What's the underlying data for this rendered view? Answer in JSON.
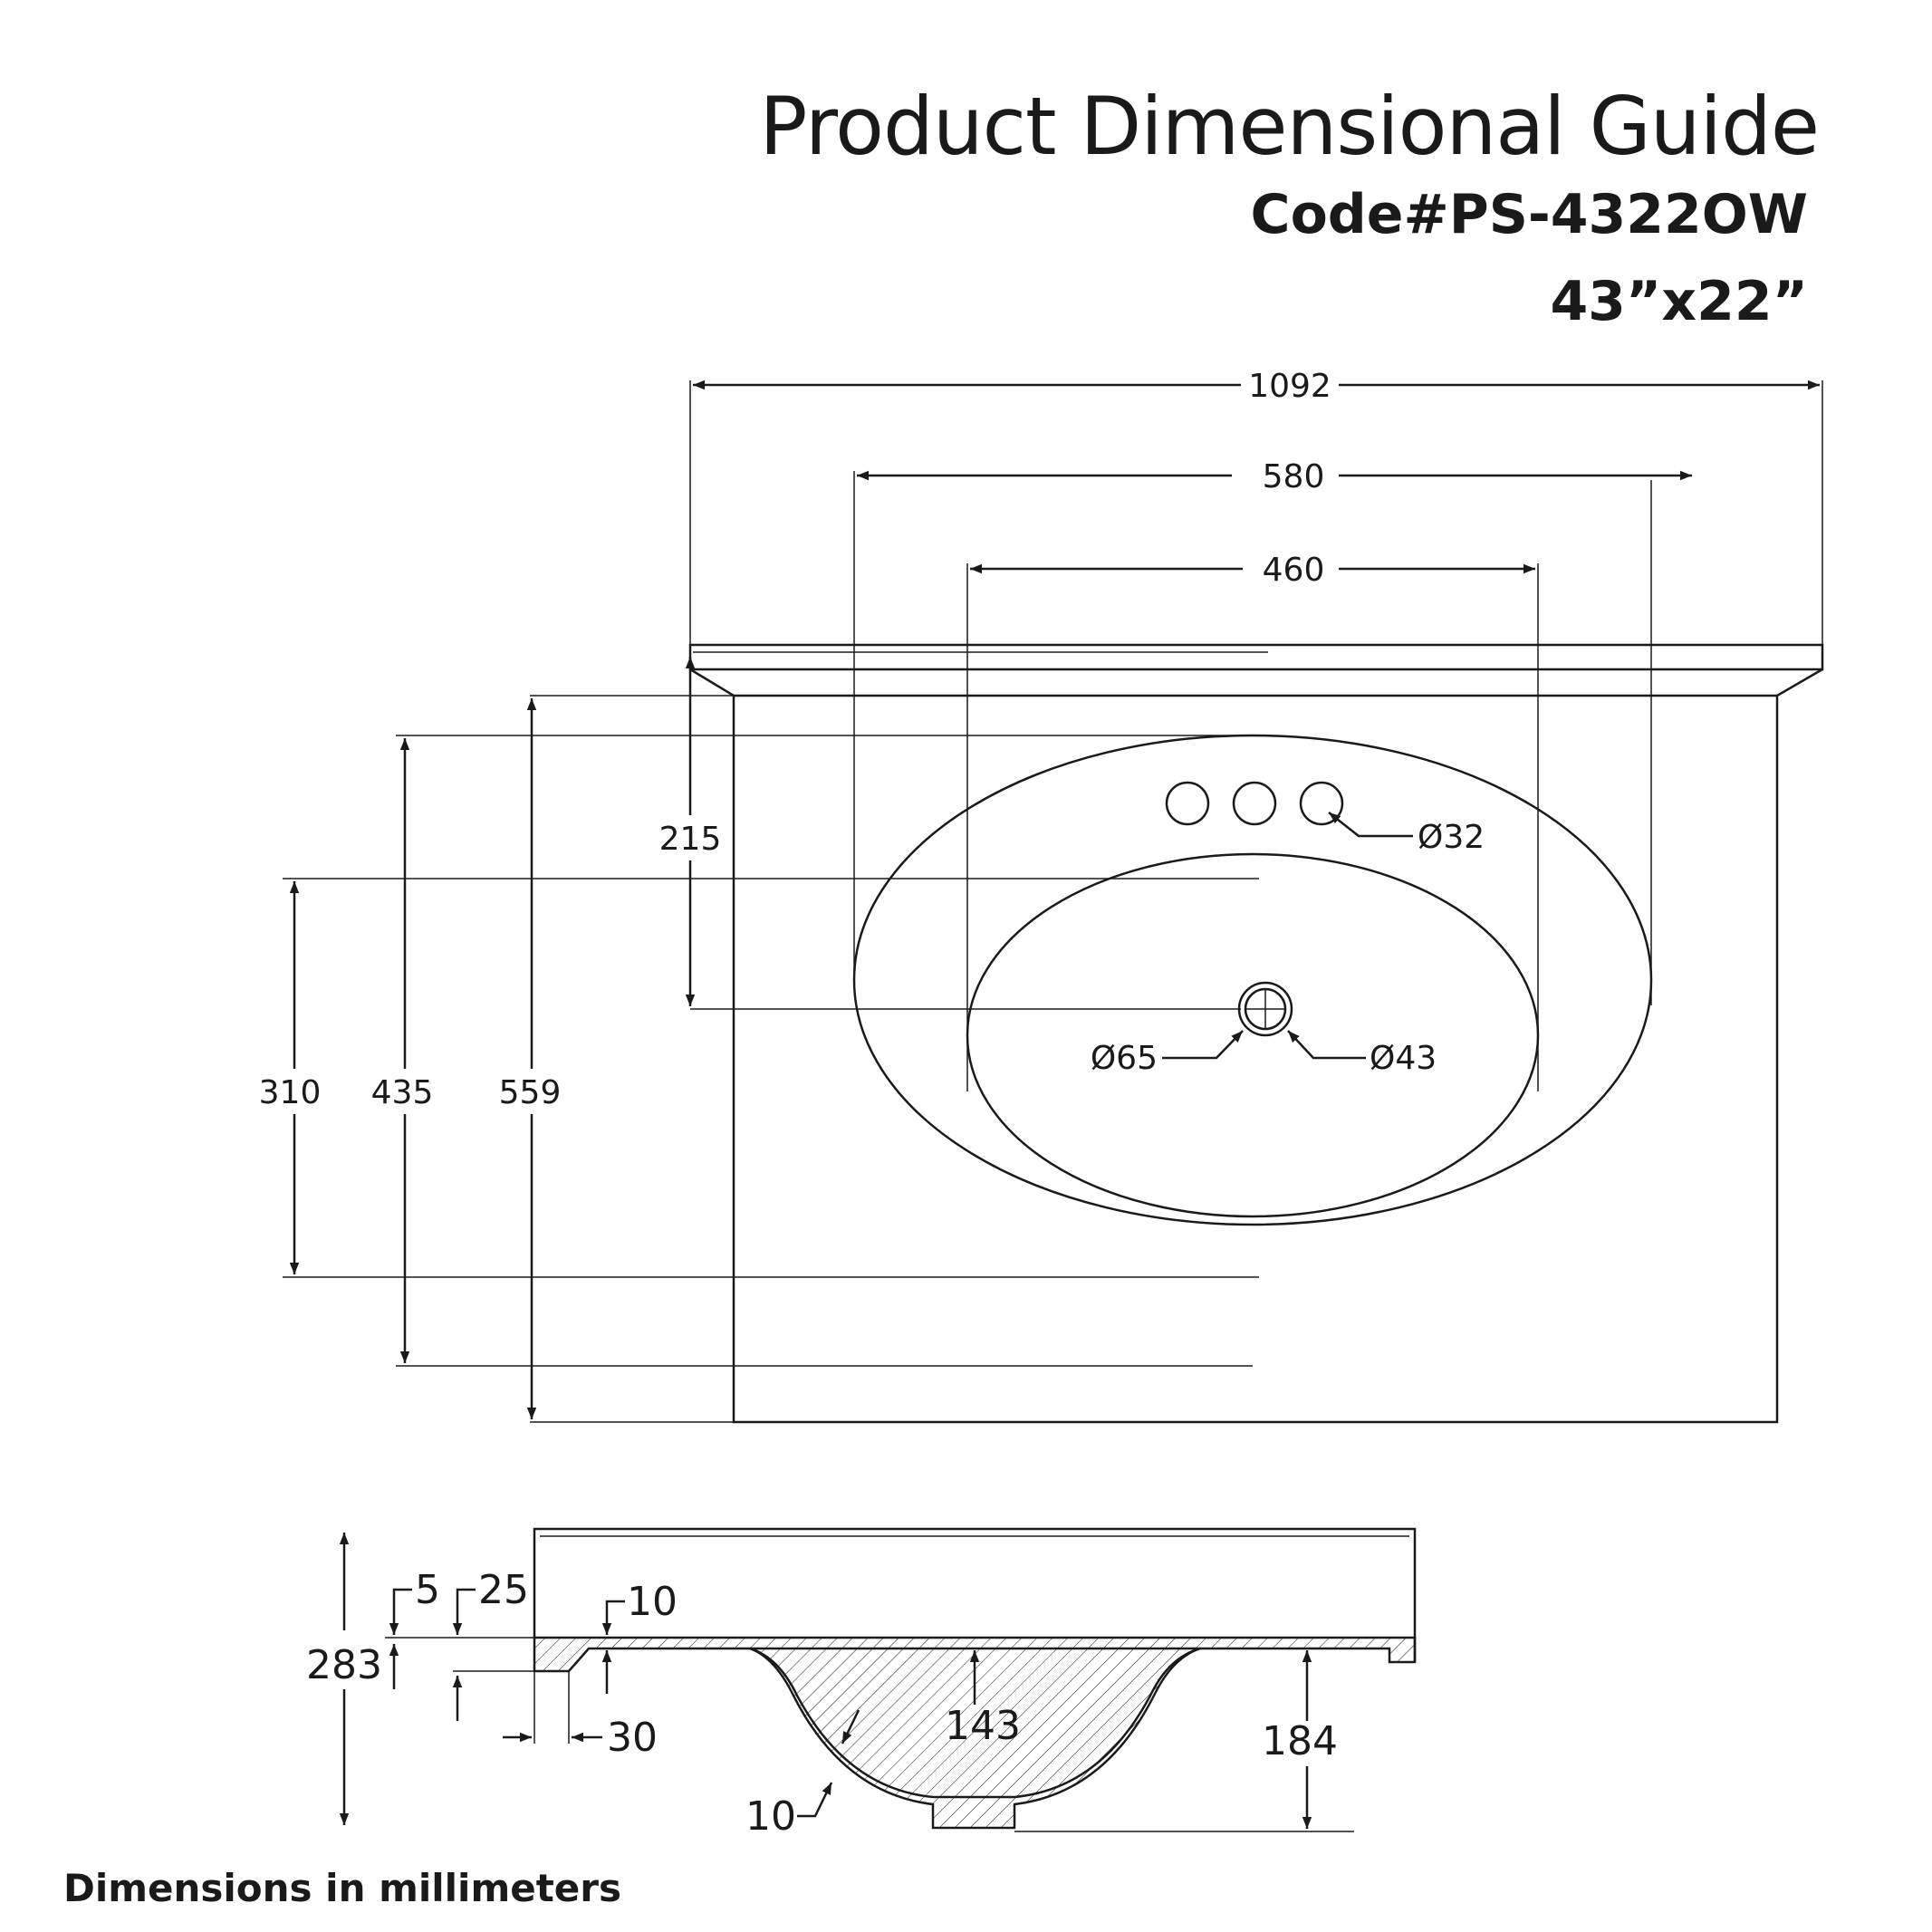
{
  "header": {
    "title": "Product Dimensional Guide",
    "code": "Code#PS-4322OW",
    "size": "43”x22”"
  },
  "top_view": {
    "width_overall": "1092",
    "width_bowl_outer": "580",
    "width_bowl_inner": "460",
    "drain_offset": "215",
    "depth_bowl_inner": "310",
    "depth_bowl_outer": "435",
    "depth_overall": "559",
    "faucet_hole_dia": "Ø32",
    "drain_outer_dia": "Ø65",
    "drain_inner_dia": "Ø43"
  },
  "section_view": {
    "total_height": "283",
    "backsplash_thickness": "5",
    "backsplash_height": "25",
    "deck_thickness": "10",
    "deck_setback": "30",
    "bowl_wall": "10",
    "bowl_depth": "143",
    "overall_depth": "184"
  },
  "footer": {
    "units_note": "Dimensions in millimeters"
  }
}
